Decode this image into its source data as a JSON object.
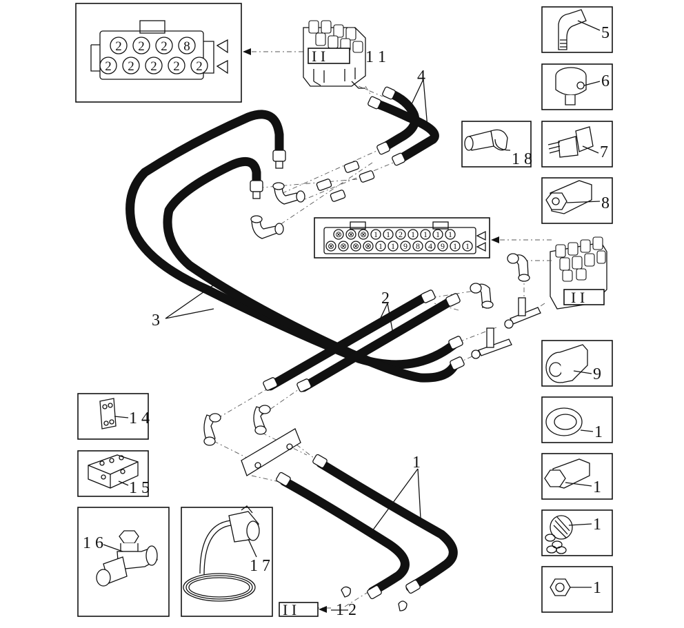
{
  "callouts": {
    "hose_1": "1",
    "hose_2": "2",
    "hose_3": "3",
    "hose_4": "4",
    "detail_5": "5",
    "detail_6": "6",
    "detail_7": "7",
    "detail_8": "8",
    "detail_9": "9",
    "detail_10": "1",
    "detail_11": "1",
    "detail_12": "1",
    "detail_13": "1",
    "detail_14": "1 4",
    "detail_15": "1 5",
    "detail_16": "1 6",
    "detail_17": "1 7",
    "detail_18": "1 8",
    "ref_top_valve": "1 1",
    "ref_bottom": "1 2"
  },
  "ref_boxes": {
    "top": "I I",
    "right": "I I",
    "bottom": "I I"
  },
  "connector_small": {
    "row1": [
      "2",
      "2",
      "2",
      "8"
    ],
    "row2": [
      "2",
      "2",
      "2",
      "2",
      "2"
    ]
  },
  "connector_large": {
    "row1": [
      "⊗",
      "⊗",
      "⊗",
      "1",
      "1",
      "2",
      "1",
      "1",
      "1",
      "1"
    ],
    "row2": [
      "⊗",
      "⊗",
      "⊗",
      "⊗",
      "1",
      "1",
      "9",
      "8",
      "4",
      "9",
      "1",
      "1"
    ]
  }
}
